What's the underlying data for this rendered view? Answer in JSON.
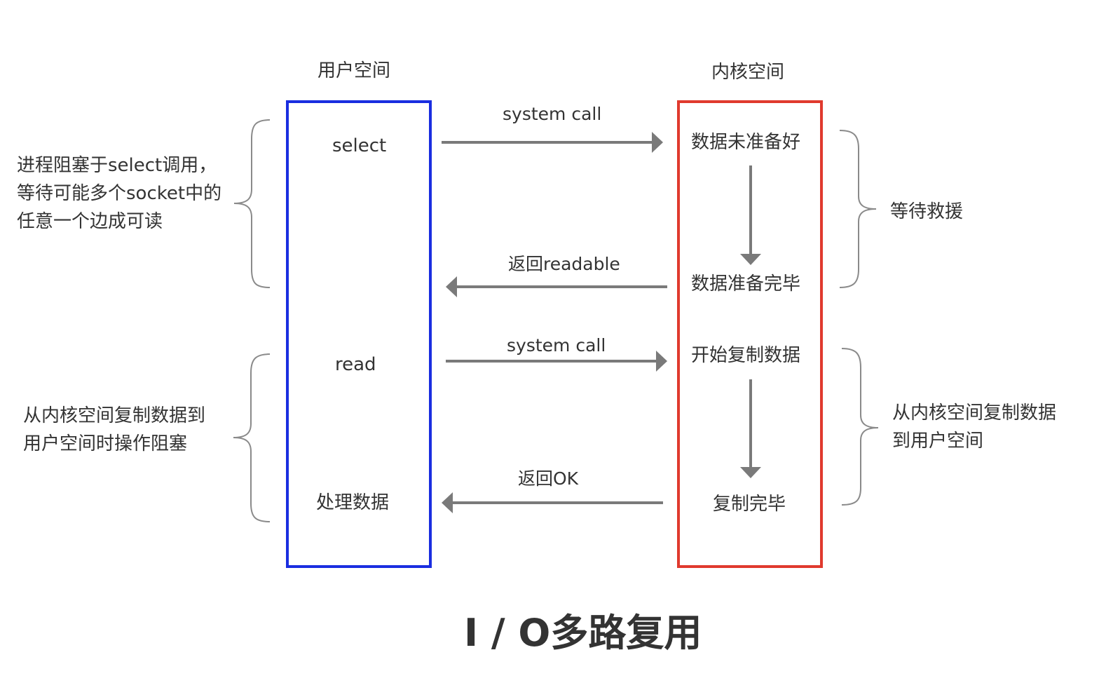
{
  "columns": {
    "user_space": "用户空间",
    "kernel_space": "内核空间"
  },
  "user_steps": {
    "select": "select",
    "read": "read",
    "process": "处理数据"
  },
  "kernel_steps": {
    "data_not_ready": "数据未准备好",
    "data_ready": "数据准备完毕",
    "start_copy": "开始复制数据",
    "copy_done": "复制完毕"
  },
  "arrows": {
    "system_call_1": "system call",
    "return_readable": "返回readable",
    "system_call_2": "system call",
    "return_ok": "返回OK"
  },
  "notes": {
    "left_top": [
      "进程阻塞于select调用，",
      "等待可能多个socket中的",
      "任意一个边成可读"
    ],
    "left_bottom": [
      "从内核空间复制数据到",
      "用户空间时操作阻塞"
    ],
    "right_top": "等待救援",
    "right_bottom": [
      "从内核空间复制数据",
      "到用户空间"
    ]
  },
  "title": "I / O多路复用",
  "colors": {
    "user_box": "#1a2ee0",
    "kernel_box": "#e03a2e",
    "arrow": "#7a7a7a",
    "brace": "#8a8a8a"
  }
}
